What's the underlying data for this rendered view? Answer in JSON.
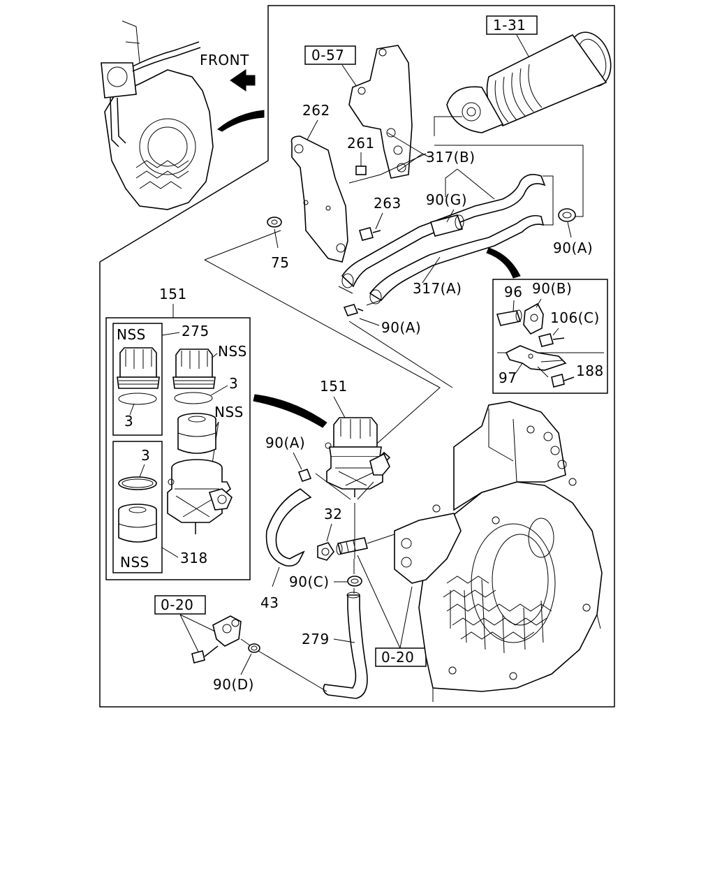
{
  "diagram": {
    "front_label": "FRONT",
    "refs": {
      "r_1_31": "1-31",
      "r_0_57": "0-57",
      "r_0_20_left": "0-20",
      "r_0_20_right": "0-20"
    },
    "labels": {
      "p262": "262",
      "p261": "261",
      "p263": "263",
      "p75": "75",
      "p317b": "317(B)",
      "p90g": "90(G)",
      "p90a_top": "90(A)",
      "p317a": "317(A)",
      "p90a_mid": "90(A)",
      "p96": "96",
      "p90b": "90(B)",
      "p106c": "106(C)",
      "p97": "97",
      "p188": "188",
      "p151_box": "151",
      "p275": "275",
      "nss1": "NSS",
      "nss2": "NSS",
      "p3_a": "3",
      "p3_b": "3",
      "nss3": "NSS",
      "p3_c": "3",
      "nss4": "NSS",
      "p318": "318",
      "p151_main": "151",
      "p90a_low": "90(A)",
      "p32": "32",
      "p90c": "90(C)",
      "p43": "43",
      "p279": "279",
      "p90d": "90(D)"
    }
  }
}
